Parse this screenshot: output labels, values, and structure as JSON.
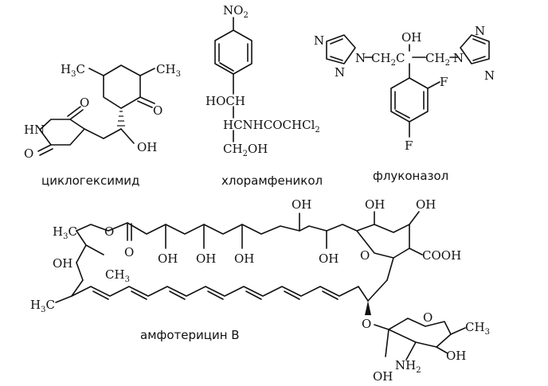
{
  "captions": {
    "cycloheximide": "циклогексимид",
    "chloramphenicol": "хлорамфеникол",
    "fluconazole": "флуконазол",
    "amphotericin": "амфотерицин В"
  },
  "atoms": {
    "cycloheximide": {
      "h3c_a": "H",
      "h3c_a_sub": "3",
      "h3c_a_c": "C",
      "ch3_b": "CH",
      "ch3_b_sub": "3",
      "o_ring_ketone": "O",
      "o_imide_top": "O",
      "o_imide_bottom": "O",
      "hn": "HN",
      "oh": "OH"
    },
    "chloramphenicol": {
      "no2": "NO",
      "no2_sub": "2",
      "hoch": "HOCH",
      "hcnh": "HCNHCOCHCl",
      "hcnh_sub": "2",
      "ch2oh_a": "CH",
      "ch2oh_sub": "2",
      "ch2oh_b": "OH"
    },
    "fluconazole": {
      "n1": "N",
      "n2": "N",
      "n3": "N",
      "n4": "N",
      "n5": "N",
      "n6": "N",
      "oh": "OH",
      "chain_a": "CH",
      "chain_a_sub": "2",
      "chain_c": "C",
      "chain_b": "CH",
      "chain_b_sub": "2",
      "f1": "F",
      "f2": "F"
    },
    "amphotericin": {
      "h3c": "H",
      "h3c_sub": "3",
      "h3c_c": "C",
      "o_ester": "O",
      "o_carbonyl": "O",
      "oh_left": "OH",
      "ch3_mid": "CH",
      "ch3_mid_sub": "3",
      "h3c_low": "H",
      "h3c_low_sub": "3",
      "h3c_low_c": "C",
      "oh_c1": "OH",
      "oh_c2": "OH",
      "oh_c3": "OH",
      "oh_c4": "OH",
      "oh_top1": "OH",
      "oh_top2": "OH",
      "oh_top3": "OH",
      "o_ring": "O",
      "cooh": "COOH",
      "o_glyc": "O",
      "o_sugar": "O",
      "ch3_sugar": "CH",
      "ch3_sugar_sub": "3",
      "oh_sugar1": "OH",
      "oh_sugar2": "OH",
      "nh2": "NH",
      "nh2_sub": "2"
    }
  }
}
